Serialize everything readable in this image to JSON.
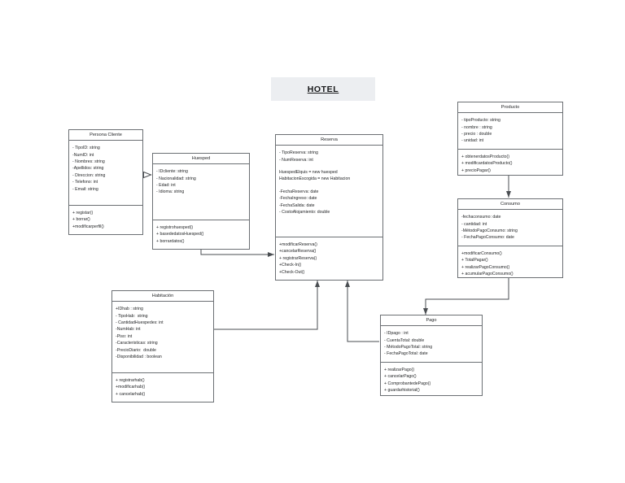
{
  "diagram": {
    "title": "HOTEL",
    "kind": "uml-class-diagram"
  },
  "classes": {
    "persona_cliente": {
      "name": "Persona Cliente",
      "attributes": [
        "- TipoID: string",
        "-NumID: int",
        "- Nombres: string",
        "-Apellidos: string",
        "- Direccion: string",
        "- Telefono: int",
        "- Email: string"
      ],
      "operations": [
        "+ registar()",
        "+ borrar()",
        "+modificarperfil()"
      ]
    },
    "huesped": {
      "name": "Huesped",
      "attributes": [
        "- IDcliente: string",
        "- Nacionalidad: string",
        "- Edad: int",
        "- Idioma: string"
      ],
      "operations": [
        "+ registrohuesped()",
        "+ basededatosHuesped()",
        "+ borrardatos()"
      ]
    },
    "reserva": {
      "name": "Reserva",
      "attributes_top": [
        "- TipoReserva: string",
        "- NumReserva: int"
      ],
      "attributes_mid": [
        "HuespedElquis = new huesped",
        "HabitacionEscogida = new Habitacion"
      ],
      "attributes_bottom": [
        "-FechaReserva: date",
        "-FechaIngreso: date",
        "-FechaSalida: date",
        "- CostoAlojamiento: double"
      ],
      "operations": [
        "+modificarReserva()",
        "+cancelarReserva()",
        "+ registrarReserva()",
        "+Check-In()",
        "+Check-Out()"
      ]
    },
    "habitacion": {
      "name": "Habitación",
      "attributes": [
        "+IDhab : string",
        "- TipoHab:  string",
        "- CantidadHuespedes: int",
        "-NumHab: int",
        "-Piso: int",
        "-Caracteristicas: string",
        "-PrecioDiario:  double",
        "-Disponibilidad : boolean"
      ],
      "operations": [
        "+ registrarhab()",
        "+modificarhab()",
        "+ cancelarhab()"
      ]
    },
    "producto": {
      "name": "Producto",
      "attributes": [
        "- tipoProducto: string",
        "- nombre : string",
        "- precio : double",
        "- unidad: int"
      ],
      "operations": [
        "+ obtenerdatosProducto()",
        "+ modificardatosProducto()",
        "+ precioPagar()"
      ]
    },
    "consumo": {
      "name": "Consumo",
      "attributes": [
        "-fechaconsumo: date",
        "- cantidad: int",
        "-MétodoPagoConsumo: string",
        "- FechaPagoConsumo: date"
      ],
      "operations": [
        "+modificarConsumo()",
        "+ TotalPagar()",
        "+ realizarPagoConsumo()",
        "+ acumularPagoConsumo()"
      ]
    },
    "pago": {
      "name": "Pago",
      "attributes": [
        "- IDpago : int",
        "- CuentaTotal: double",
        "- MétodoPagoTotal: string",
        "- FechaPagoTotal: date"
      ],
      "operations": [
        "+ realizarPago()",
        "+ cancelarPago()",
        "+ ComprobantedePago()",
        "+ guardarhistorial()"
      ]
    }
  },
  "relationships": [
    {
      "id": "persona-to-huesped",
      "from": "persona_cliente",
      "to": "huesped",
      "type": "generalization"
    },
    {
      "id": "huesped-to-reserva",
      "from": "huesped",
      "to": "reserva",
      "type": "association-directed"
    },
    {
      "id": "habitacion-to-reserva",
      "from": "habitacion",
      "to": "reserva",
      "type": "association-directed"
    },
    {
      "id": "pago-to-reserva",
      "from": "pago",
      "to": "reserva",
      "type": "association-directed"
    },
    {
      "id": "producto-to-consumo",
      "from": "producto",
      "to": "consumo",
      "type": "association-directed"
    },
    {
      "id": "consumo-to-pago",
      "from": "consumo",
      "to": "pago",
      "type": "association-directed"
    }
  ],
  "colors": {
    "banner_bg": "#eceef1",
    "line": "#5a5e62",
    "box_border": "#6b6f73",
    "text": "#1d1f21",
    "page_bg": "#ffffff"
  }
}
